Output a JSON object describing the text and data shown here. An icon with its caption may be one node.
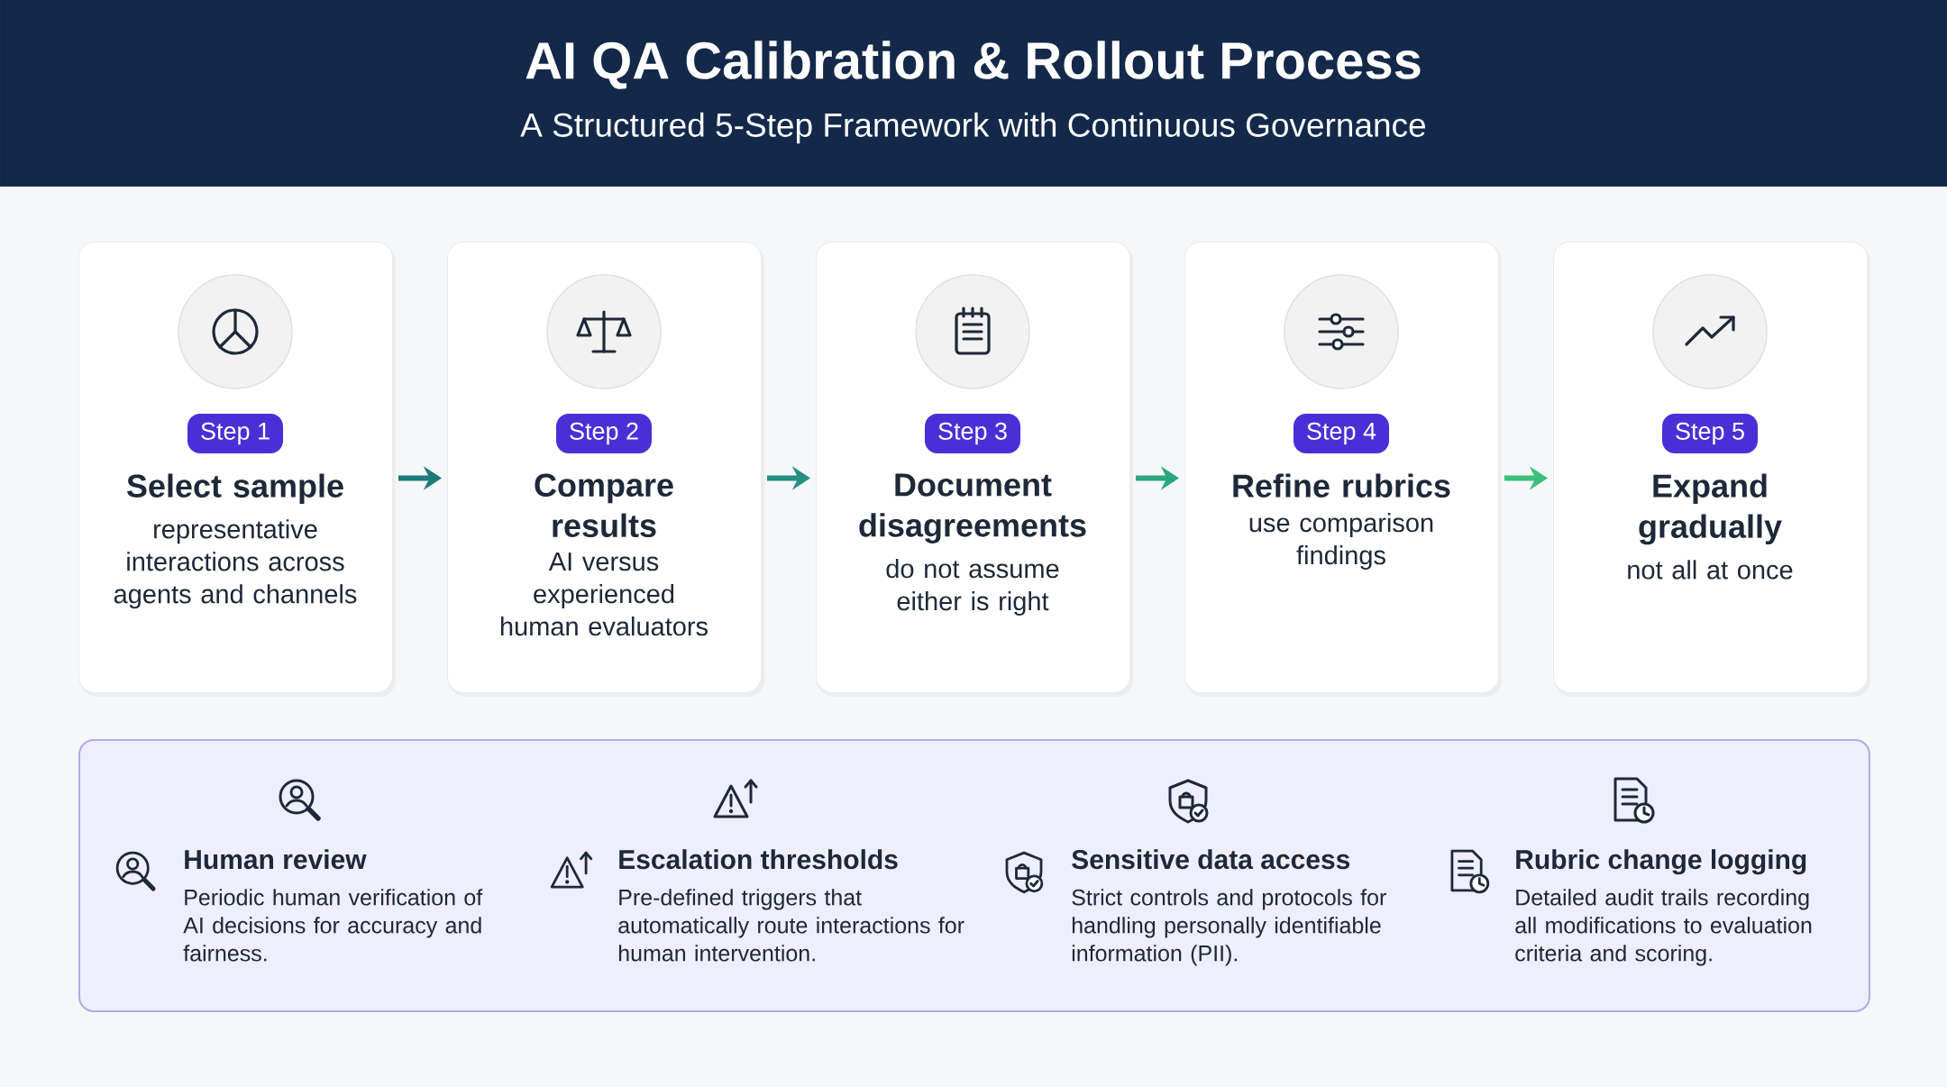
{
  "diagram": {
    "title": "AI QA Calibration & Rollout Process",
    "nodes": [
      {
        "text": [
          "Step 1",
          "Select sample",
          "representative interactions across agents and channels"
        ]
      },
      {
        "text": [
          "Step 2",
          "Compare results",
          "AI versus experienced human evaluators"
        ]
      },
      {
        "text": [
          "Step 3",
          "Document disagreements",
          "do not assume either is right"
        ]
      },
      {
        "text": [
          "Step 4",
          "Refine rubrics",
          "use comparison findings"
        ]
      },
      {
        "text": [
          "Step 5",
          "Expand gradually",
          "not all at once"
        ]
      },
      {
        "text": [],
        "shape": "box"
      },
      {
        "text": [
          "Human review",
          "Periodic human verification of AI decisions for accuracy and fairness."
        ],
        "in": 5
      },
      {
        "text": [
          "Escalation thresholds",
          "Pre-defined triggers that automatically route interactions for human intervention."
        ],
        "in": 5
      },
      {
        "text": [
          "Sensitive data access",
          "Strict controls and protocols for handling personally identifiable information (PII)."
        ],
        "in": 5
      },
      {
        "text": [
          "Rubric change logging",
          "Detailed audit trails recording all modifications to evaluation criteria and scoring."
        ],
        "in": 5
      }
    ],
    "edges": [
      {
        "from": 0,
        "to": 1,
        "arrow": "to",
        "color": "#1c7a7c"
      },
      {
        "from": 1,
        "to": 2,
        "arrow": "to",
        "color": "#22917f"
      },
      {
        "from": 2,
        "to": 3,
        "arrow": "to",
        "color": "#2ca77d"
      },
      {
        "from": 3,
        "to": 4,
        "arrow": "to",
        "color": "#3bbf7a"
      }
    ],
    "labels": [
      "A Structured 5-Step Framework with Continuous Governance"
    ]
  }
}
